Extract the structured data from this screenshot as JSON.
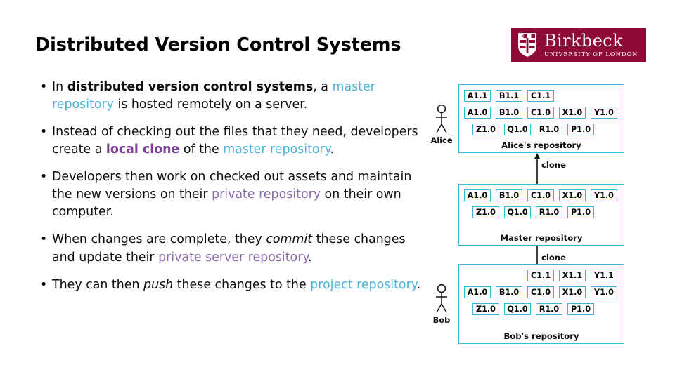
{
  "slide": {
    "title": "Distributed Version Control Systems"
  },
  "logo": {
    "name": "Birkbeck",
    "subtitle": "UNIVERSITY OF LONDON",
    "brand_color": "#8e0b36",
    "shield_icon": "birkbeck-shield-crest-icon"
  },
  "colors": {
    "cyan_highlight": "#4cb3d9",
    "purple_bold": "#7b3f98",
    "purple_light": "#8a6aa8",
    "diagram_box_border": "#39b4dd",
    "text": "#0d0d0d"
  },
  "bullets": [
    {
      "marker": "•",
      "segments": [
        {
          "text": "In ",
          "style": "normal"
        },
        {
          "text": "distributed version control systems",
          "style": "bold"
        },
        {
          "text": ", a ",
          "style": "normal"
        },
        {
          "text": "master repository",
          "style": "cyan"
        },
        {
          "text": " is hosted remotely on a server.",
          "style": "normal"
        }
      ]
    },
    {
      "marker": "•",
      "segments": [
        {
          "text": "Instead of checking out the files that they need, developers create a ",
          "style": "normal"
        },
        {
          "text": "local clone",
          "style": "purple-bold"
        },
        {
          "text": " of the ",
          "style": "normal"
        },
        {
          "text": "master repository",
          "style": "cyan"
        },
        {
          "text": ".",
          "style": "normal"
        }
      ]
    },
    {
      "marker": "•",
      "segments": [
        {
          "text": "Developers then work on checked out assets and maintain the new versions on their ",
          "style": "normal"
        },
        {
          "text": "private repository",
          "style": "purple"
        },
        {
          "text": " on their own computer.",
          "style": "normal"
        }
      ]
    },
    {
      "marker": "•",
      "segments": [
        {
          "text": "When changes are complete, they ",
          "style": "normal"
        },
        {
          "text": "commit",
          "style": "italic"
        },
        {
          "text": " these changes and update their ",
          "style": "normal"
        },
        {
          "text": "private server repository",
          "style": "purple"
        },
        {
          "text": ".",
          "style": "normal"
        }
      ]
    },
    {
      "marker": "•",
      "segments": [
        {
          "text": "They can then ",
          "style": "normal"
        },
        {
          "text": "push",
          "style": "italic"
        },
        {
          "text": " these changes to the ",
          "style": "normal"
        },
        {
          "text": "project repository",
          "style": "cyan"
        },
        {
          "text": ".",
          "style": "normal"
        }
      ]
    }
  ],
  "diagram": {
    "people": [
      {
        "name": "alice",
        "label": "Alice",
        "icon": "stick-figure-person-icon"
      },
      {
        "name": "bob",
        "label": "Bob",
        "icon": "stick-figure-person-icon"
      }
    ],
    "arrows": [
      {
        "name": "clone-up-to-alice",
        "label": "clone",
        "direction": "up"
      },
      {
        "name": "clone-down-to-bob",
        "label": "clone",
        "direction": "down"
      }
    ],
    "repositories": [
      {
        "id": "alice",
        "caption": "Alice's repository",
        "rows": [
          {
            "indent": "none",
            "cells": [
              {
                "label": "A1.1",
                "boxed": true
              },
              {
                "label": "B1.1",
                "boxed": true
              },
              {
                "label": "C1.1",
                "boxed": true
              }
            ]
          },
          {
            "indent": "none",
            "cells": [
              {
                "label": "A1.0",
                "boxed": true
              },
              {
                "label": "B1.0",
                "boxed": true
              },
              {
                "label": "C1.0",
                "boxed": true
              },
              {
                "label": "X1.0",
                "boxed": true
              },
              {
                "label": "Y1.0",
                "boxed": true
              }
            ]
          },
          {
            "indent": "small",
            "cells": [
              {
                "label": "Z1.0",
                "boxed": true
              },
              {
                "label": "Q1.0",
                "boxed": true
              },
              {
                "label": "R1.0",
                "boxed": false
              },
              {
                "label": "P1.0",
                "boxed": true
              }
            ]
          }
        ]
      },
      {
        "id": "master",
        "caption": "Master repository",
        "rows": [
          {
            "indent": "none",
            "cells": [
              {
                "label": "A1.0",
                "boxed": true
              },
              {
                "label": "B1.0",
                "boxed": true
              },
              {
                "label": "C1.0",
                "boxed": true
              },
              {
                "label": "X1.0",
                "boxed": true
              },
              {
                "label": "Y1.0",
                "boxed": true
              }
            ]
          },
          {
            "indent": "small",
            "cells": [
              {
                "label": "Z1.0",
                "boxed": true
              },
              {
                "label": "Q1.0",
                "boxed": true
              },
              {
                "label": "R1.0",
                "boxed": true
              },
              {
                "label": "P1.0",
                "boxed": true
              }
            ]
          }
        ]
      },
      {
        "id": "bob",
        "caption": "Bob's repository",
        "rows": [
          {
            "indent": "large",
            "cells": [
              {
                "label": "C1.1",
                "boxed": true
              },
              {
                "label": "X1.1",
                "boxed": true
              },
              {
                "label": "Y1.1",
                "boxed": true
              }
            ]
          },
          {
            "indent": "none",
            "cells": [
              {
                "label": "A1.0",
                "boxed": true
              },
              {
                "label": "B1.0",
                "boxed": true
              },
              {
                "label": "C1.0",
                "boxed": true
              },
              {
                "label": "X1.0",
                "boxed": true
              },
              {
                "label": "Y1.0",
                "boxed": true
              }
            ]
          },
          {
            "indent": "small",
            "cells": [
              {
                "label": "Z1.0",
                "boxed": true
              },
              {
                "label": "Q1.0",
                "boxed": true
              },
              {
                "label": "R1.0",
                "boxed": true
              },
              {
                "label": "P1.0",
                "boxed": true
              }
            ]
          }
        ]
      }
    ]
  }
}
